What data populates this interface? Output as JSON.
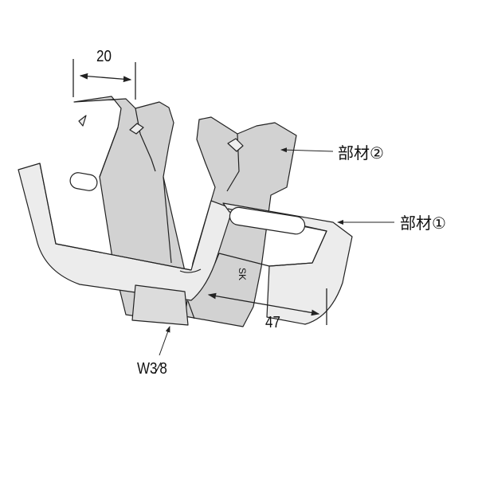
{
  "dimensions": {
    "width_top": "20",
    "length_bottom": "47",
    "bolt": "W3⁄8"
  },
  "labels": {
    "member_2": "部材②",
    "member_1": "部材①",
    "stamp": "SK"
  },
  "colors": {
    "strap": "#d2d2d2",
    "plate": "#ececec",
    "outline": "#222222"
  }
}
